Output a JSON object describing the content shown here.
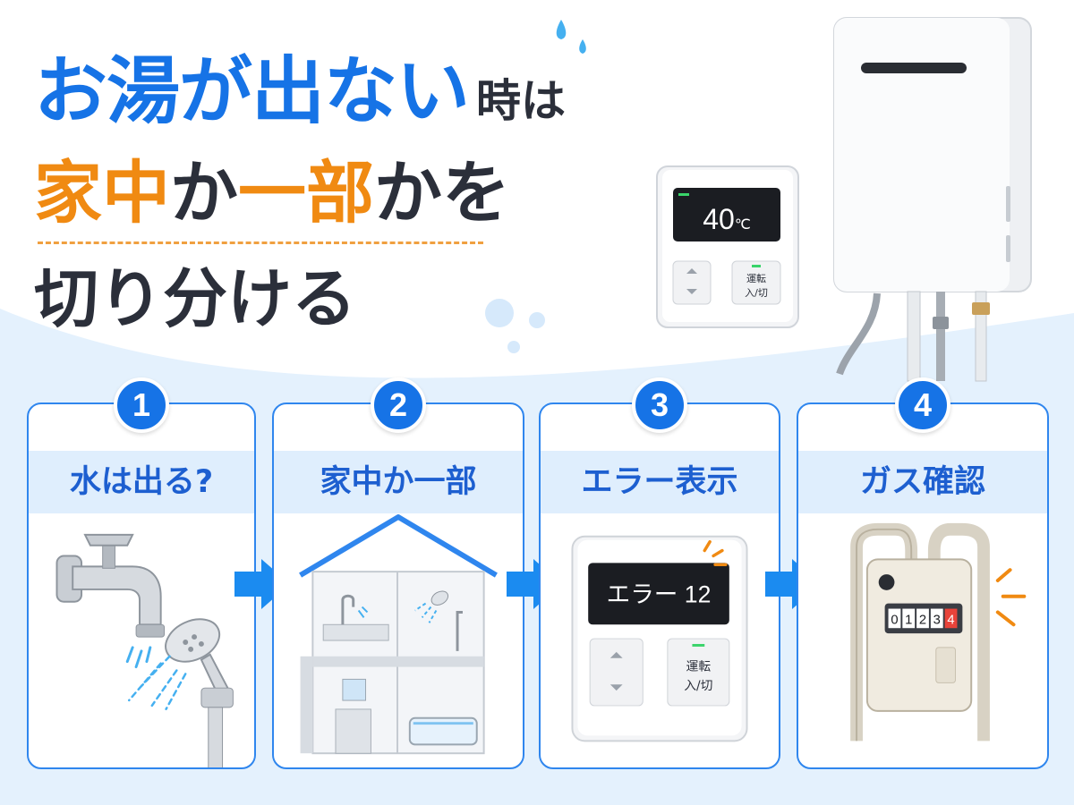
{
  "title": {
    "line1_main": "お湯が出ない",
    "line1_suffix": "時は",
    "line2_part1": "家中",
    "line2_part2": "か",
    "line2_part3": "一部",
    "line2_part4": "かを",
    "line3": "切り分ける"
  },
  "hero_controller": {
    "temperature": "40",
    "unit": "℃",
    "button_line1": "運転",
    "button_line2": "入/切"
  },
  "steps": [
    {
      "number": "1",
      "label": "水は出る?"
    },
    {
      "number": "2",
      "label": "家中か一部"
    },
    {
      "number": "3",
      "label": "エラー表示",
      "display_text": "エラー 12",
      "button_line1": "運転",
      "button_line2": "入/切"
    },
    {
      "number": "4",
      "label": "ガス確認",
      "meter_digits": [
        "0",
        "1",
        "2",
        "3",
        "4"
      ]
    }
  ],
  "colors": {
    "accent_blue": "#1673e6",
    "accent_orange": "#f08a12",
    "text_dark": "#2b2f3a",
    "step_header_bg": "#dfeefd"
  }
}
